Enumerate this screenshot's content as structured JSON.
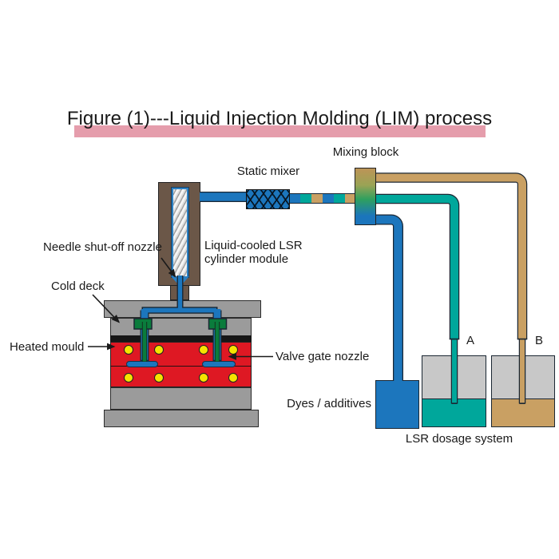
{
  "title": {
    "text": "Figure (1)---Liquid Injection Molding (LIM) process",
    "highlight_color": "#e59dac"
  },
  "labels": {
    "mixing_block": "Mixing block",
    "static_mixer": "Static mixer",
    "needle_nozzle": "Needle shut-off nozzle",
    "cylinder_module": "Liquid-cooled LSR\ncylinder module",
    "cold_deck": "Cold deck",
    "heated_mould": "Heated mould",
    "valve_gate_nozzle": "Valve gate nozzle",
    "dyes_additives": "Dyes / additives",
    "container_a": "A",
    "container_b": "B",
    "dosage_system": "LSR dosage system"
  },
  "colors": {
    "component_a_teal": "#00a79b",
    "component_b_tan": "#c9a063",
    "mixed_material_blue": "#1c76bd",
    "heated_mould_red": "#de1823",
    "heater_cartridge_yellow": "#f6e300",
    "valve_gate_green": "#0a7c3c",
    "mould_plate_gray": "#9b9b9b",
    "container_gray": "#c8c8c8",
    "cylinder_brown": "#6b5748",
    "title_highlight_pink": "#e59dac",
    "pipe_outline": "#1b2733",
    "mixed_pipe_segments": [
      "#1c76bd",
      "#00a79b",
      "#c9a063",
      "#1c76bd",
      "#00a79b",
      "#c9a063"
    ]
  }
}
